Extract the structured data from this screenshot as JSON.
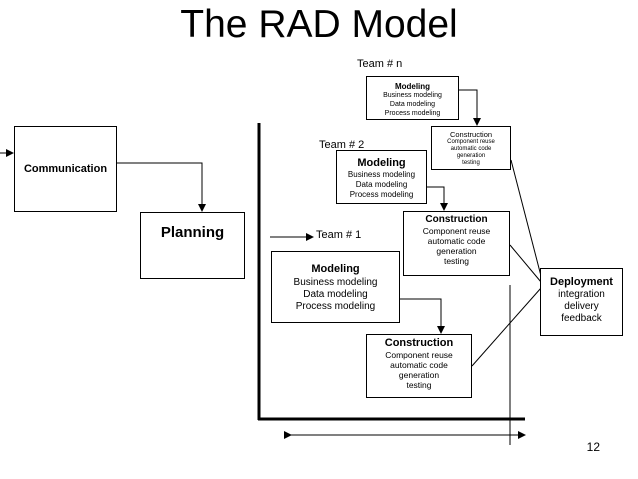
{
  "title": "The RAD Model",
  "page_number": "12",
  "communication": {
    "label": "Communication"
  },
  "planning": {
    "label": "Planning"
  },
  "deployment": {
    "title": "Deployment",
    "lines": [
      "integration",
      "delivery",
      "feedback"
    ]
  },
  "teams": {
    "n": {
      "label": "Team # n",
      "modeling": {
        "title": "Modeling",
        "lines": [
          "Business modeling",
          "Data modeling",
          "Process modeling"
        ]
      },
      "construction": {
        "title": "Construction",
        "lines": [
          "Component reuse",
          "automatic code",
          "generation",
          "testing"
        ]
      }
    },
    "t2": {
      "label": "Team # 2",
      "modeling": {
        "title": "Modeling",
        "lines": [
          "Business modeling",
          "Data modeling",
          "Process modeling"
        ]
      },
      "construction": {
        "title": "Construction",
        "lines": [
          "Component reuse",
          "automatic code",
          "generation",
          "testing"
        ]
      }
    },
    "t1": {
      "label": "Team # 1",
      "modeling": {
        "title": "Modeling",
        "lines": [
          "Business modeling",
          "Data modeling",
          "Process modeling"
        ]
      },
      "construction": {
        "title": "Construction",
        "lines": [
          "Component reuse",
          "automatic code",
          "generation",
          "testing"
        ]
      }
    }
  }
}
